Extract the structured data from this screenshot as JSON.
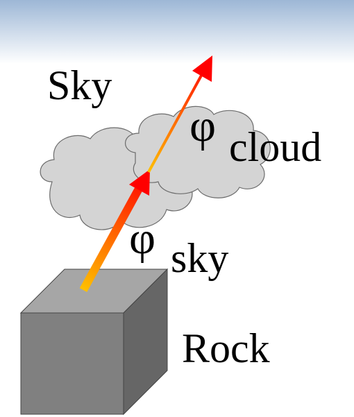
{
  "labels": {
    "sky": "Sky",
    "phi_cloud_symbol": "φ",
    "phi_cloud_subscript": "cloud",
    "phi_sky_symbol": "φ",
    "phi_sky_subscript": "sky",
    "rock": "Rock"
  },
  "colors": {
    "banner_top": "#9db7d6",
    "banner_bottom": "#ffffff",
    "cloud_fill": "#d4d4d4",
    "cloud_stroke": "#6b6b6b",
    "rock_front": "#808080",
    "rock_top": "#a6a6a6",
    "rock_side": "#666666",
    "arrow_start": "#ffc000",
    "arrow_end": "#ff0000"
  }
}
